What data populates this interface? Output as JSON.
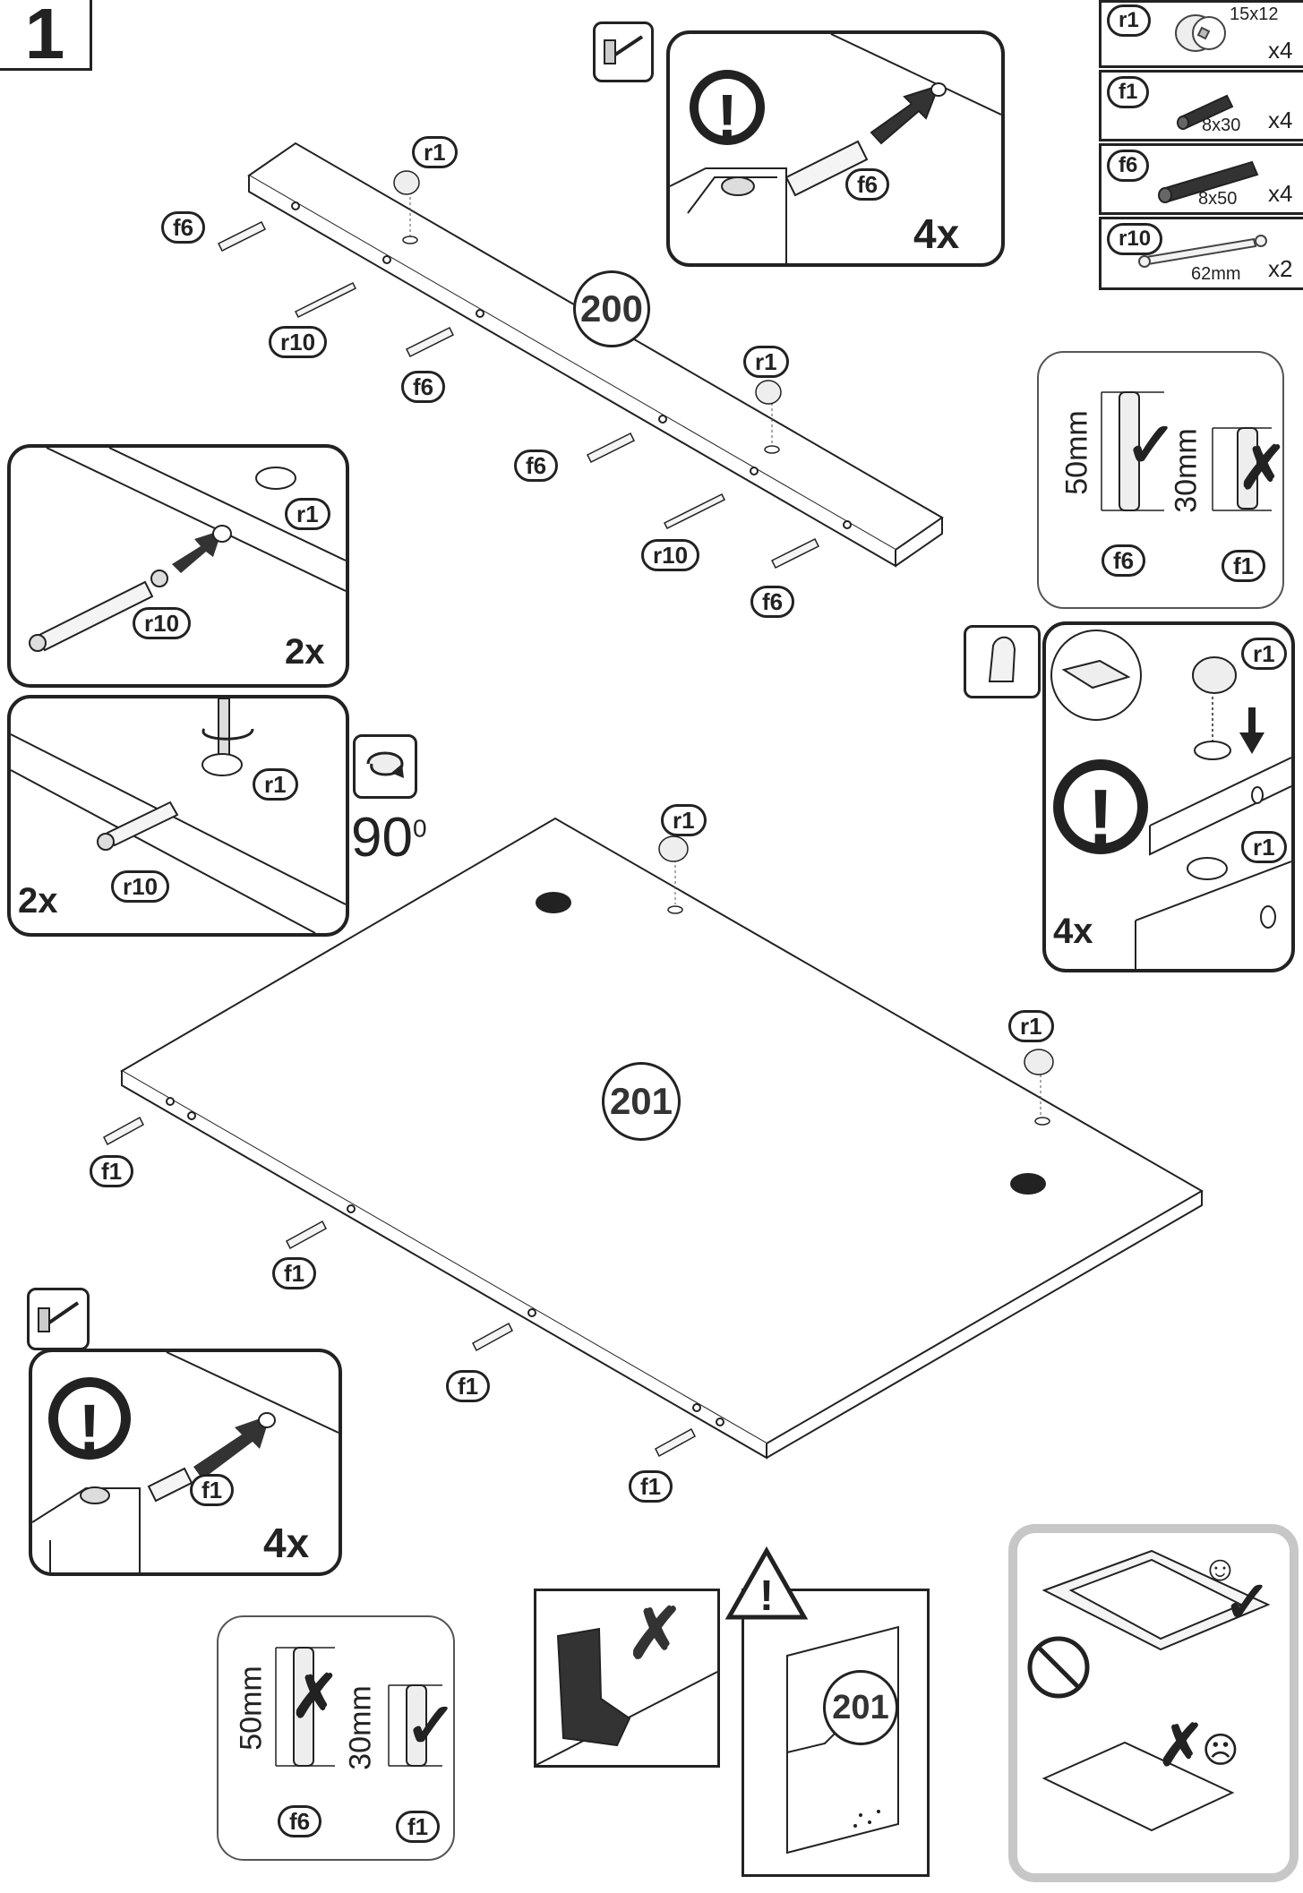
{
  "step": {
    "number": "1"
  },
  "legend": [
    {
      "code": "r1",
      "size": "15x12",
      "qty": "x4"
    },
    {
      "code": "f1",
      "size": "8x30",
      "qty": "x4"
    },
    {
      "code": "f6",
      "size": "8x50",
      "qty": "x4"
    },
    {
      "code": "r10",
      "size": "62mm",
      "qty": "x2"
    }
  ],
  "parts": {
    "part_a": "200",
    "part_b": "201"
  },
  "labels": {
    "r1": "r1",
    "f1": "f1",
    "f6": "f6",
    "r10": "r10"
  },
  "callouts": {
    "f6_insert_count": "4x",
    "r10_insert_count": "2x",
    "r1_turn_count": "2x",
    "rotation": "90",
    "rotation_unit": "0",
    "r1_place_count": "4x",
    "f1_insert_count": "4x"
  },
  "length_check_top": {
    "long": "50mm",
    "short": "30mm"
  },
  "length_check_bottom": {
    "long": "50mm",
    "short": "30mm"
  },
  "icons": [
    "hammer-icon",
    "exclamation-icon",
    "rotate-icon",
    "glove-icon",
    "warning-triangle-icon",
    "smiley-happy-icon",
    "smiley-sad-icon",
    "no-hand-icon",
    "boot-icon",
    "check-mark-icon",
    "cross-mark-icon"
  ]
}
